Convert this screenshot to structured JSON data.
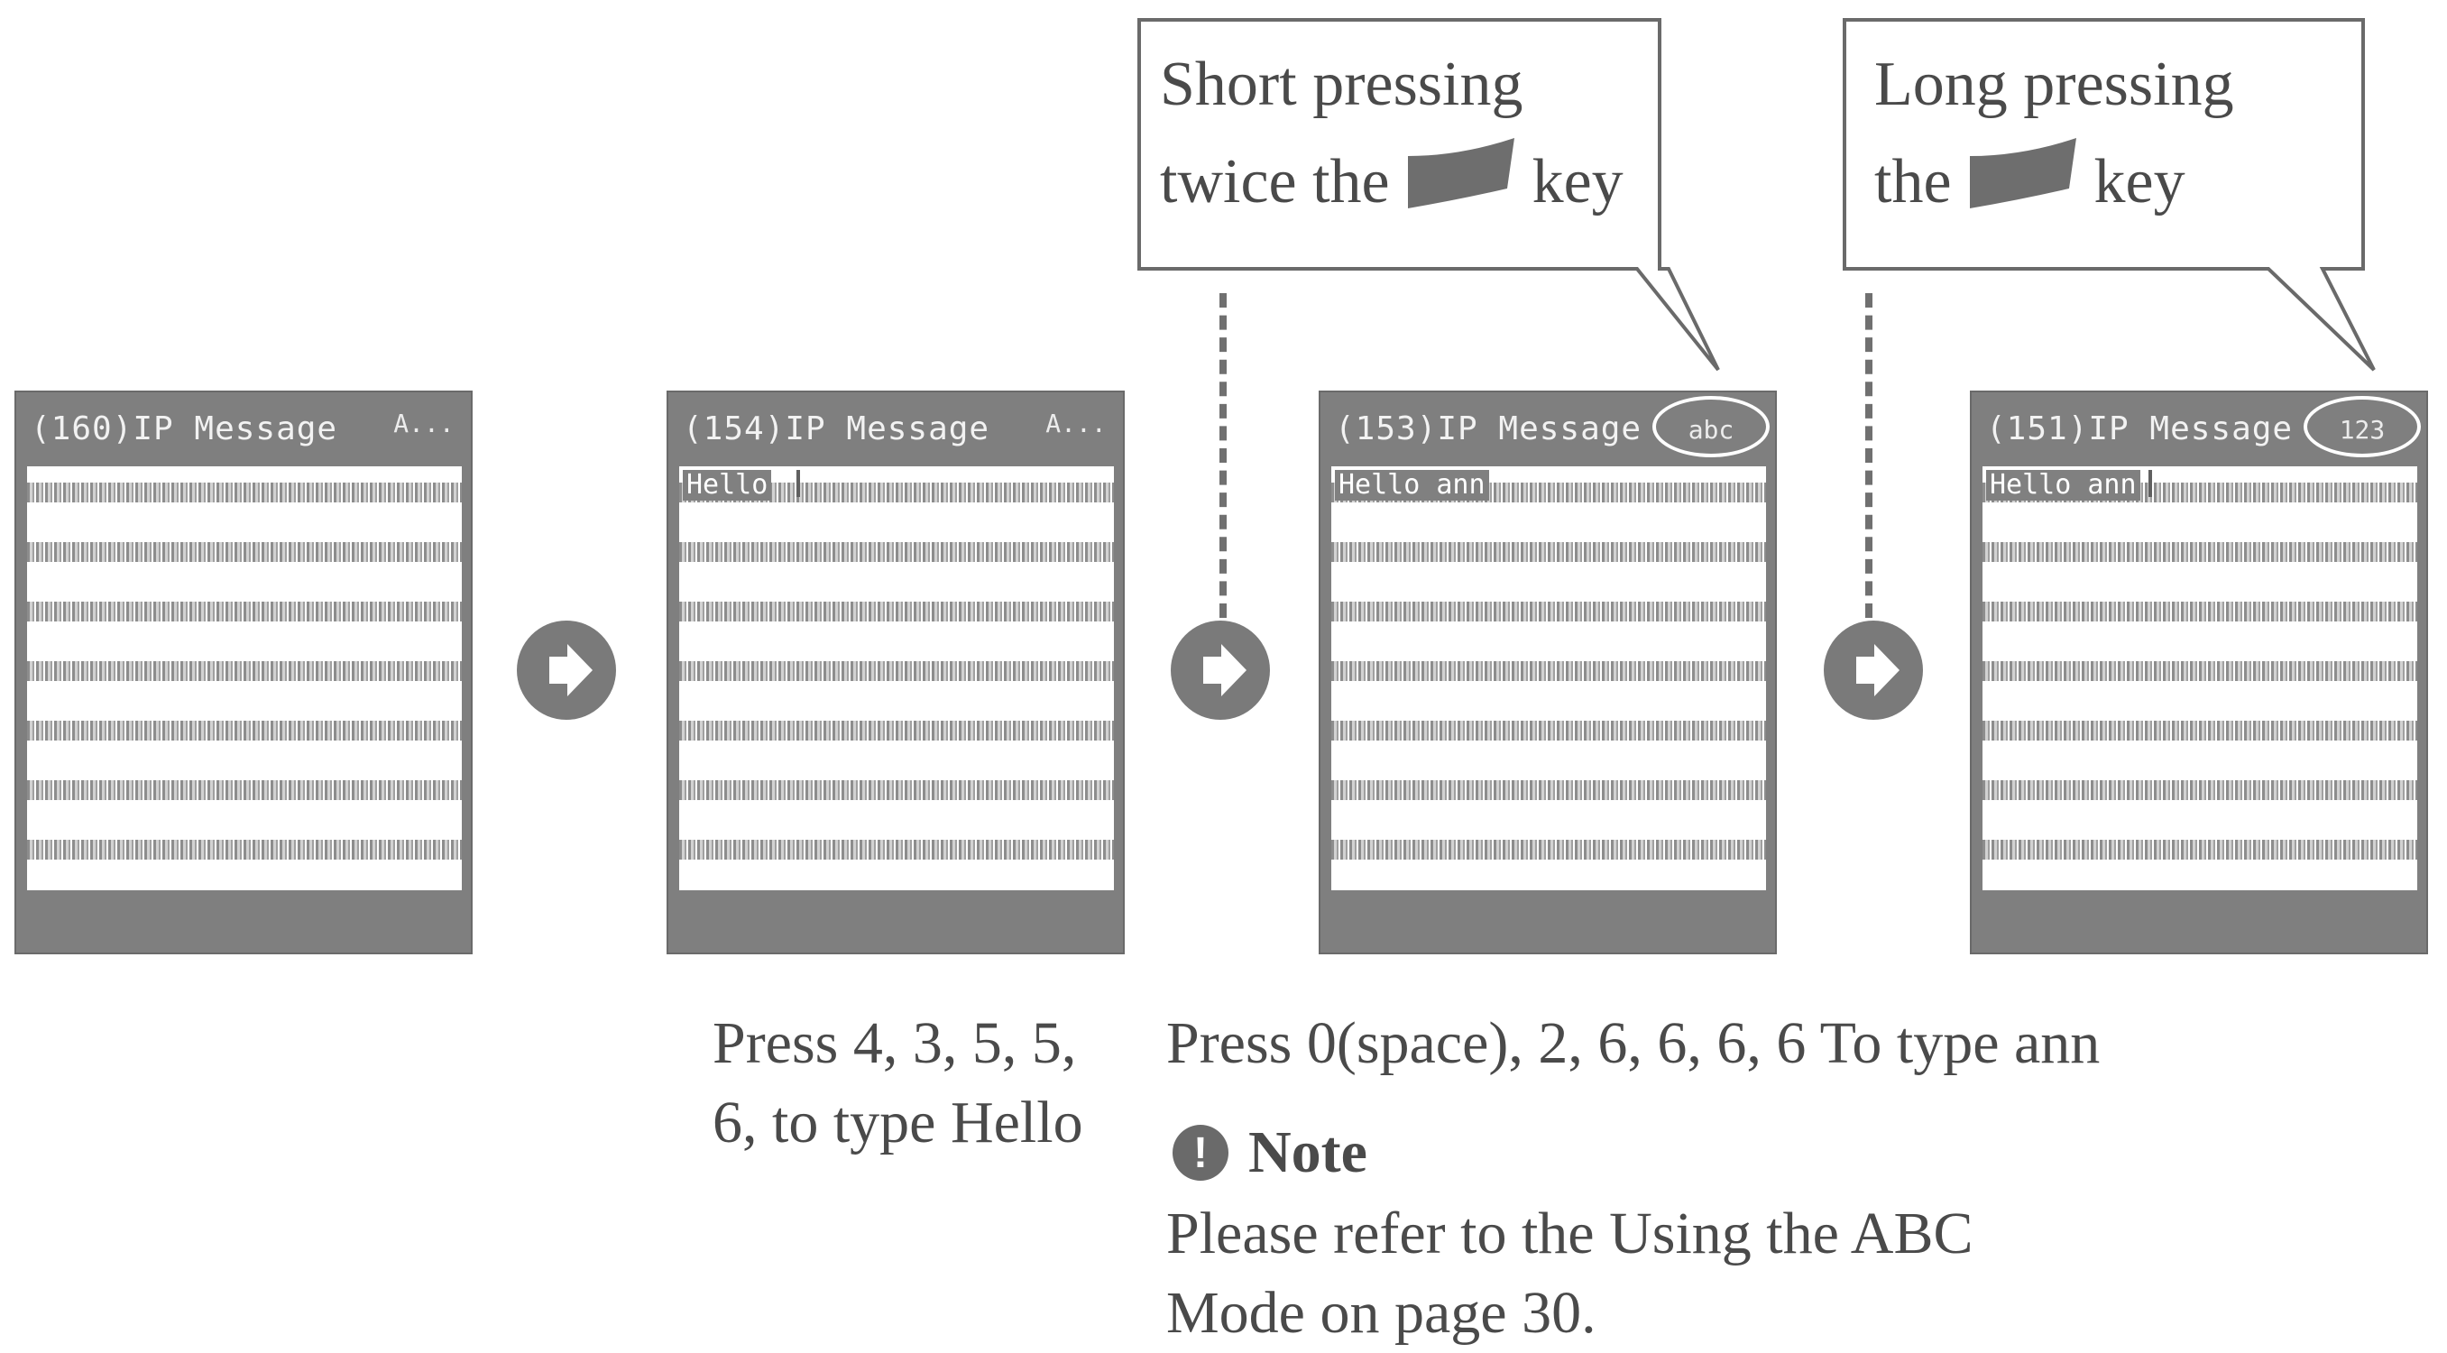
{
  "callouts": [
    {
      "line1": "Short pressing",
      "line2_before": "twice the",
      "line2_after": "key"
    },
    {
      "line1": "Long pressing",
      "line2_before": "the",
      "line2_after": "key"
    }
  ],
  "screens": [
    {
      "title": "(160)IP Message",
      "mode": "A...",
      "typed": ""
    },
    {
      "title": "(154)IP Message",
      "mode": "A...",
      "typed": "Hello"
    },
    {
      "title": "(153)IP Message",
      "mode": "abc",
      "typed": "Hello ann"
    },
    {
      "title": "(151)IP Message",
      "mode": "123",
      "typed": "Hello ann"
    }
  ],
  "captions": {
    "step1_line1": "Press 4, 3, 5, 5,",
    "step1_line2": "6, to type Hello",
    "step2": "Press 0(space), 2, 6, 6, 6, 6 To type ann"
  },
  "note": {
    "icon": "!",
    "heading": "Note",
    "line1": "Please refer to the Using the ABC",
    "line2": "Mode on page 30."
  },
  "icons": {
    "arrow": "arrow-right-icon",
    "note": "exclamation-icon",
    "key": "soft-key-icon"
  },
  "colors": {
    "screen_frame": "#7f7f7f",
    "text": "#4a4a4a"
  }
}
